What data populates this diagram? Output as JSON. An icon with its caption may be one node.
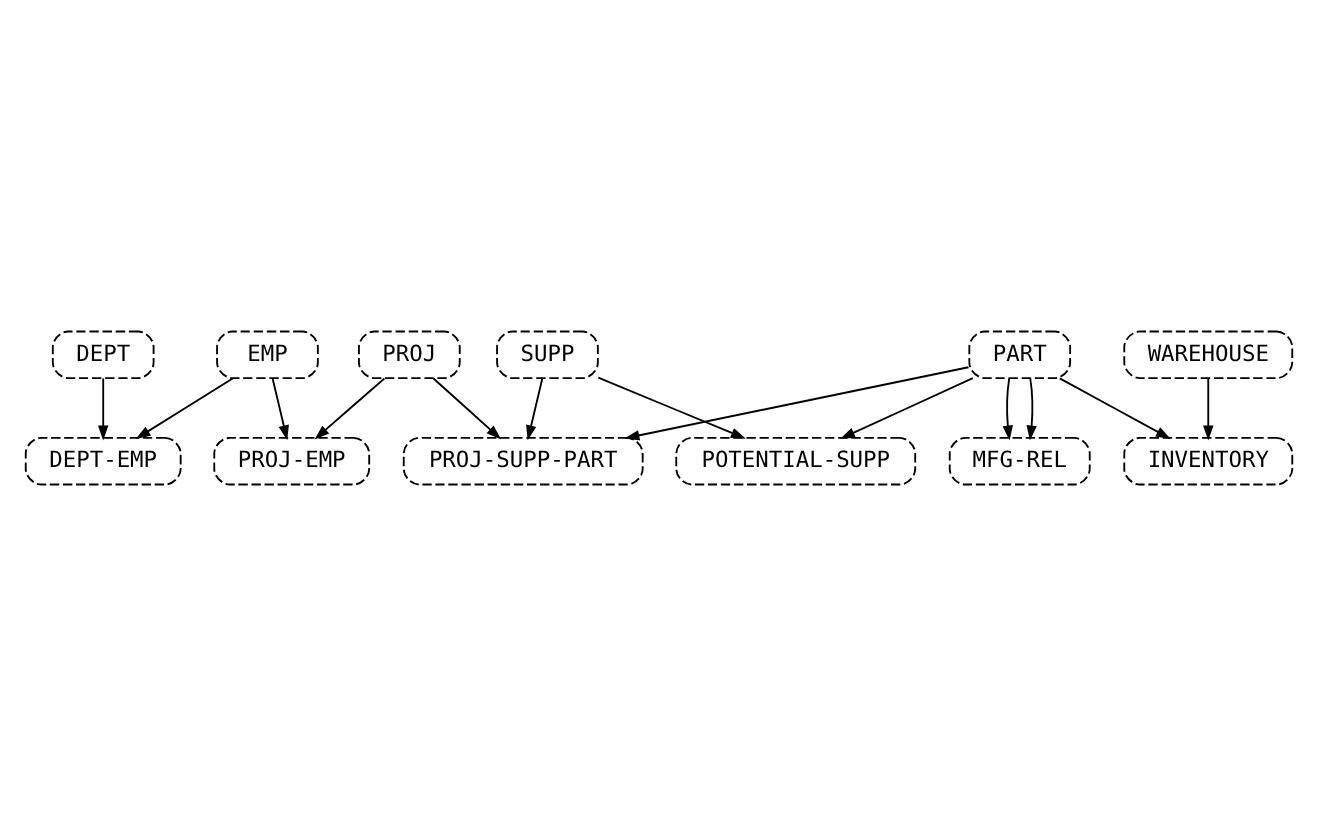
{
  "diagram": {
    "nodes": [
      {
        "text": [
          "DEPT"
        ]
      },
      {
        "text": [
          "EMP"
        ]
      },
      {
        "text": [
          "PROJ"
        ]
      },
      {
        "text": [
          "SUPP"
        ]
      },
      {
        "text": [
          "PART"
        ]
      },
      {
        "text": [
          "WAREHOUSE"
        ]
      },
      {
        "text": [
          "DEPT-EMP"
        ]
      },
      {
        "text": [
          "PROJ-SUPP-PART"
        ]
      },
      {
        "text": [
          "MFG-REL"
        ]
      },
      {
        "text": [
          "PROJ-EMP"
        ]
      },
      {
        "text": [
          "POTENTIAL-SUPP"
        ]
      },
      {
        "text": [
          "INVENTORY"
        ]
      }
    ],
    "edges": [
      {
        "from": 0,
        "to": 6,
        "arrow": "to"
      },
      {
        "from": 1,
        "to": 6,
        "arrow": "to"
      },
      {
        "from": 1,
        "to": 9,
        "arrow": "to"
      },
      {
        "from": 2,
        "to": 9,
        "arrow": "to"
      },
      {
        "from": 2,
        "to": 7,
        "arrow": "to"
      },
      {
        "from": 3,
        "to": 7,
        "arrow": "to"
      },
      {
        "from": 3,
        "to": 10,
        "arrow": "to"
      },
      {
        "from": 4,
        "to": 7,
        "arrow": "to"
      },
      {
        "from": 4,
        "to": 10,
        "arrow": "to"
      },
      {
        "from": 4,
        "to": 8,
        "arrow": "to"
      },
      {
        "from": 4,
        "to": 8,
        "arrow": "to"
      },
      {
        "from": 4,
        "to": 11,
        "arrow": "to"
      },
      {
        "from": 5,
        "to": 11,
        "arrow": "to"
      }
    ]
  }
}
